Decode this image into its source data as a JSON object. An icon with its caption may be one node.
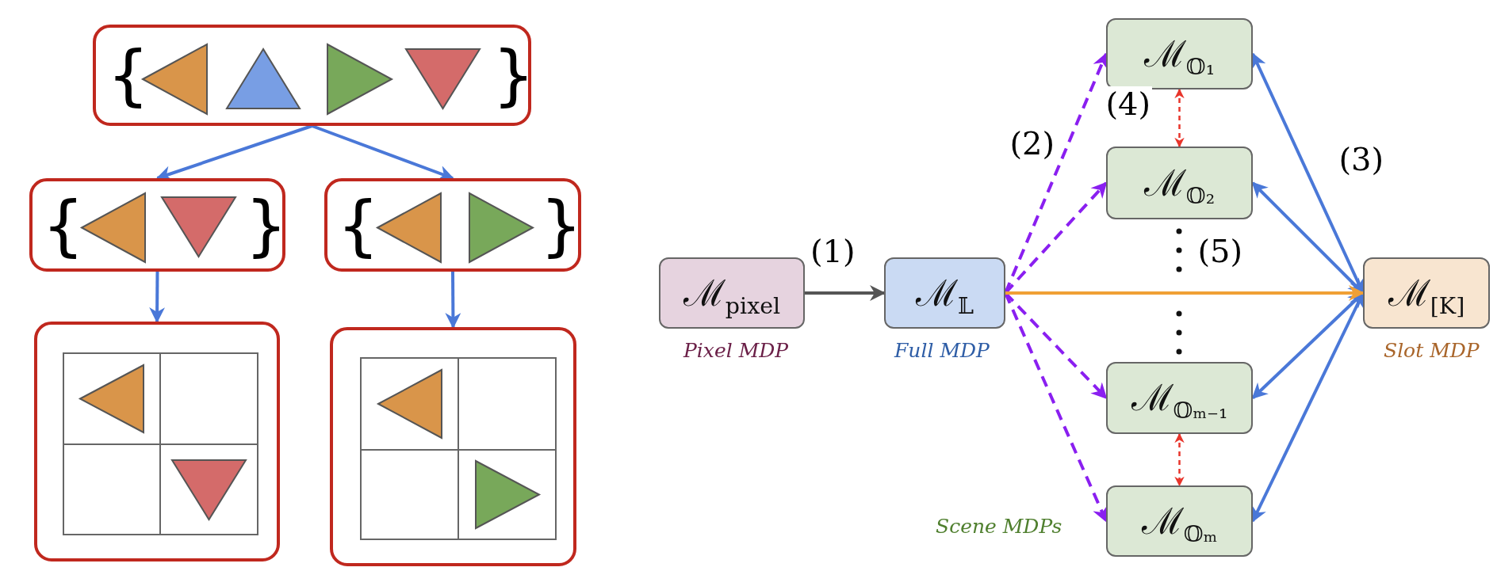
{
  "diagram": {
    "nodes": [
      {
        "text": [],
        "shape": "box"
      },
      {
        "text": [],
        "shape": "box"
      },
      {
        "text": [],
        "shape": "box"
      },
      {
        "text": [],
        "shape": "box"
      },
      {
        "text": [],
        "shape": "box"
      },
      {
        "text": [
          "ℳ$_{pixel}$"
        ],
        "beside": [
          "Pixel MDP"
        ]
      },
      {
        "text": [
          "ℳ$_{𝕃}$"
        ],
        "beside": [
          "Full MDP"
        ]
      },
      {
        "text": [
          "ℳ$_{𝕆₁}$"
        ]
      },
      {
        "text": [
          "ℳ$_{𝕆₂}$"
        ]
      },
      {
        "text": [
          "ℳ$_{𝕆ₘ₋₁}$"
        ]
      },
      {
        "text": [
          "ℳ$_{𝕆ₘ}$"
        ],
        "beside": [
          "Scene MDPs"
        ]
      },
      {
        "text": [
          "ℳ$_{[K]}$"
        ],
        "beside": [
          "Slot MDP"
        ]
      }
    ],
    "edges": [
      {
        "from": 0,
        "to": 1,
        "arrow": "to"
      },
      {
        "from": 0,
        "to": 2,
        "arrow": "to"
      },
      {
        "from": 1,
        "to": 3,
        "arrow": "to"
      },
      {
        "from": 2,
        "to": 4,
        "arrow": "to"
      },
      {
        "from": 5,
        "to": 6,
        "arrow": "to",
        "label": "(1)",
        "color": "#555555"
      },
      {
        "from": 6,
        "to": 7,
        "arrow": "to",
        "label": "(2)",
        "style": "dashed",
        "color": "#8a1ff0"
      },
      {
        "from": 6,
        "to": 8,
        "arrow": "to",
        "style": "dashed",
        "color": "#8a1ff0"
      },
      {
        "from": 6,
        "to": 9,
        "arrow": "to",
        "style": "dashed",
        "color": "#8a1ff0"
      },
      {
        "from": 6,
        "to": 10,
        "arrow": "to",
        "style": "dashed",
        "color": "#8a1ff0"
      },
      {
        "from": 7,
        "to": 8,
        "arrow": "both",
        "label": "(4)",
        "style": "dashed",
        "color": "#e8352b"
      },
      {
        "from": 9,
        "to": 10,
        "arrow": "both",
        "style": "dashed",
        "color": "#e8352b"
      },
      {
        "from": 7,
        "to": 11,
        "arrow": "both",
        "label": "(3)"
      },
      {
        "from": 8,
        "to": 11,
        "arrow": "both"
      },
      {
        "from": 9,
        "to": 11,
        "arrow": "both"
      },
      {
        "from": 10,
        "to": 11,
        "arrow": "both"
      },
      {
        "from": 6,
        "to": 11,
        "arrow": "to",
        "label": "(5)",
        "color": "#f0a035"
      }
    ],
    "labels": [
      "{",
      "}",
      "{",
      "}",
      "{",
      "}"
    ]
  }
}
